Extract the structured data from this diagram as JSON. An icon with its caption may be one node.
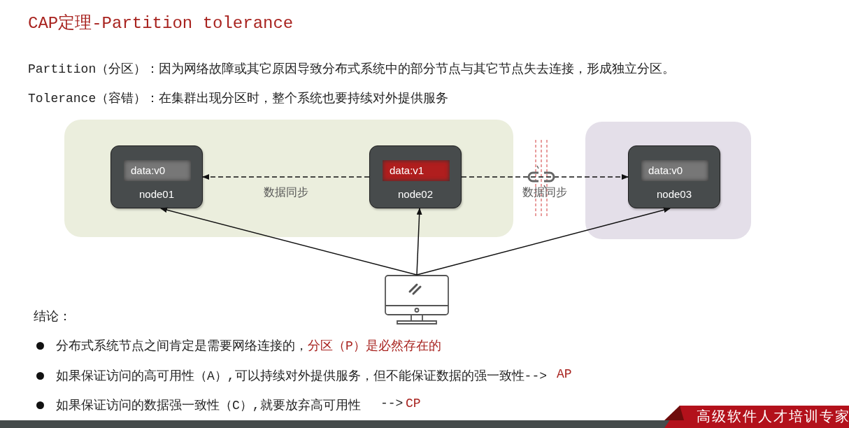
{
  "diagram": {
    "title": "CAP定理-Partition tolerance",
    "nodes": [
      {
        "text": [],
        "shape": "box"
      },
      {
        "text": [
          "data:v0",
          "node01"
        ],
        "in": 0
      },
      {
        "text": [
          "data:v1",
          "node02"
        ],
        "in": 0
      },
      {
        "text": [],
        "shape": "box"
      },
      {
        "text": [
          "data:v0",
          "node03"
        ],
        "in": 3
      },
      {
        "text": [],
        "shape": "computer"
      }
    ],
    "edges": [
      {
        "from": 2,
        "to": 1,
        "arrow": "to",
        "style": "dashed",
        "label": "数据同步"
      },
      {
        "from": 2,
        "to": 4,
        "arrow": "to",
        "style": "dashed",
        "label": "数据同步"
      },
      {
        "from": 5,
        "to": 1,
        "arrow": "to"
      },
      {
        "from": 5,
        "to": 2,
        "arrow": "to"
      },
      {
        "from": 5,
        "to": 4,
        "arrow": "to"
      }
    ],
    "labels": [
      "Partition（分区）：因为网络故障或其它原因导致分布式系统中的部分节点与其它节点失去连接，形成独立分区。",
      "Tolerance（容错）：在集群出现分区时，整个系统也要持续对外提供服务",
      "结论：",
      "分布式系统节点之间肯定是需要网络连接的，",
      "分区（P）是必然存在的",
      "如果保证访问的高可用性（A）,可以持续对外提供服务，但不能保证数据的强一致性-->",
      "AP",
      "如果保证访问的数据强一致性（C）,就要放弃高可用性",
      "-->",
      "CP",
      "高级软件人才培训专家"
    ]
  }
}
